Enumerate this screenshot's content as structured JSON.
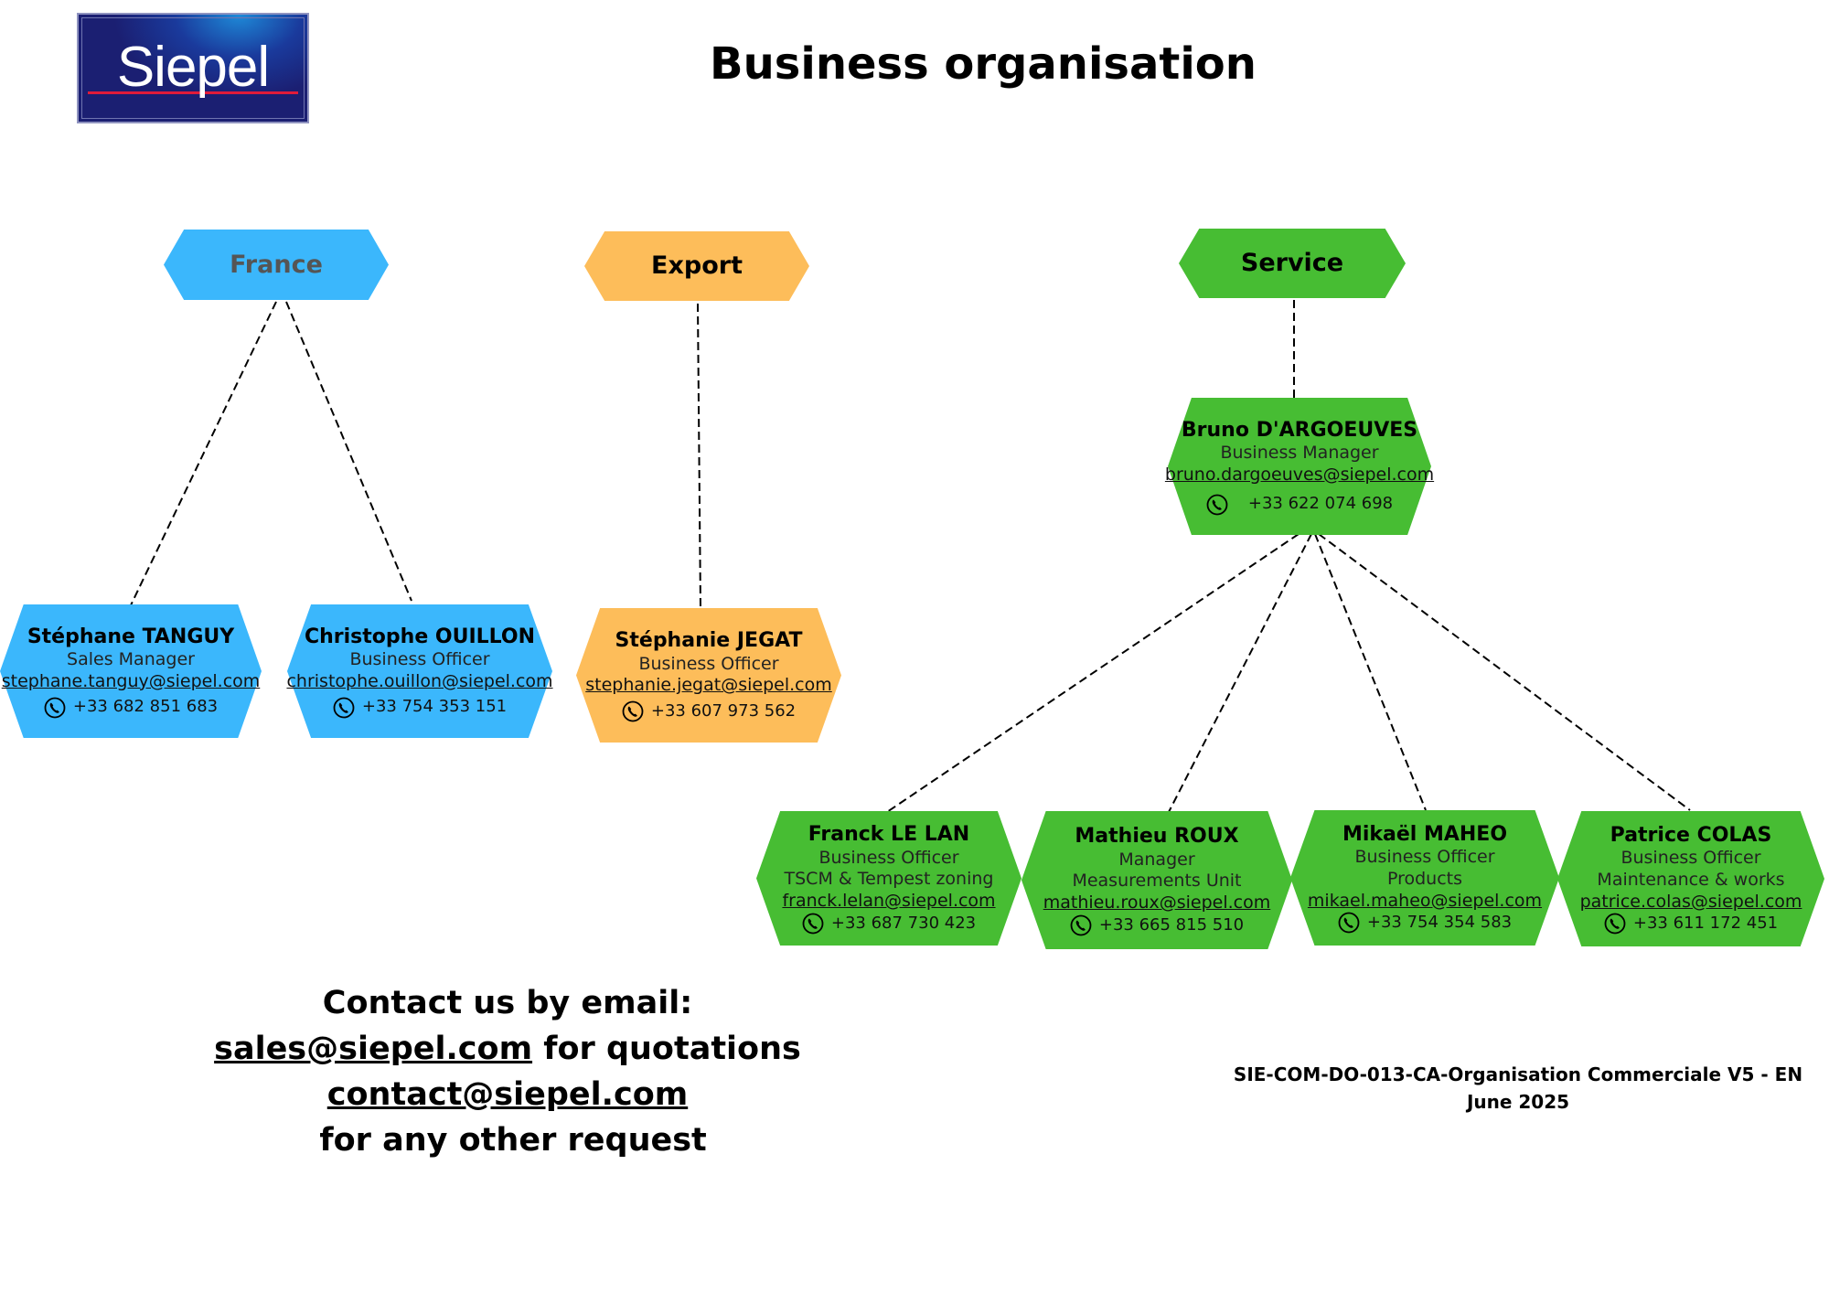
{
  "logo": {
    "text": "Siepel"
  },
  "page_title": "Business organisation",
  "departments": [
    {
      "id": "france",
      "label": "France",
      "color": "#3bb7fc",
      "label_color": "#555555"
    },
    {
      "id": "export",
      "label": "Export",
      "color": "#fdbd5a",
      "label_color": "#000000"
    },
    {
      "id": "service",
      "label": "Service",
      "color": "#47bd33",
      "label_color": "#000000"
    }
  ],
  "people": {
    "tanguy": {
      "name": "Stéphane TANGUY",
      "role": "Sales Manager",
      "email": "stephane.tanguy@siepel.com",
      "phone": "+33 682 851 683"
    },
    "ouillon": {
      "name": "Christophe OUILLON",
      "role": "Business Officer",
      "email": "christophe.ouillon@siepel.com",
      "phone": "+33 754 353 151"
    },
    "jegat": {
      "name": "Stéphanie JEGAT",
      "role": "Business Officer",
      "email": "stephanie.jegat@siepel.com",
      "phone": "+33 607 973 562"
    },
    "dargoeuves": {
      "name": "Bruno D'ARGOEUVES",
      "role": "Business Manager",
      "email": "bruno.dargoeuves@siepel.com",
      "phone": "+33 622 074 698"
    },
    "lelan": {
      "name": "Franck LE LAN",
      "role": "Business Officer",
      "unit": "TSCM & Tempest zoning",
      "email": "franck.lelan@siepel.com",
      "phone": "+33 687 730 423"
    },
    "roux": {
      "name": "Mathieu ROUX",
      "role": "Manager",
      "unit": "Measurements Unit",
      "email": "mathieu.roux@siepel.com",
      "phone": "+33 665 815 510"
    },
    "maheo": {
      "name": "Mikaël MAHEO",
      "role": "Business Officer",
      "unit": "Products",
      "email": "mikael.maheo@siepel.com",
      "phone": "+33 754 354 583"
    },
    "colas": {
      "name": "Patrice COLAS",
      "role": "Business Officer",
      "unit": "Maintenance & works",
      "email": "patrice.colas@siepel.com",
      "phone": "+33 611 172 451"
    }
  },
  "contact": {
    "heading": "Contact us by email:",
    "sales_email": "sales@siepel.com",
    "sales_suffix": " for quotations",
    "contact_email": "contact@siepel.com",
    "contact_suffix": " for any other request"
  },
  "document": {
    "reference": "SIE-COM-DO-013-CA-Organisation Commerciale V5 - EN",
    "date": "June 2025"
  },
  "icons": {
    "phone": "phone-icon"
  }
}
